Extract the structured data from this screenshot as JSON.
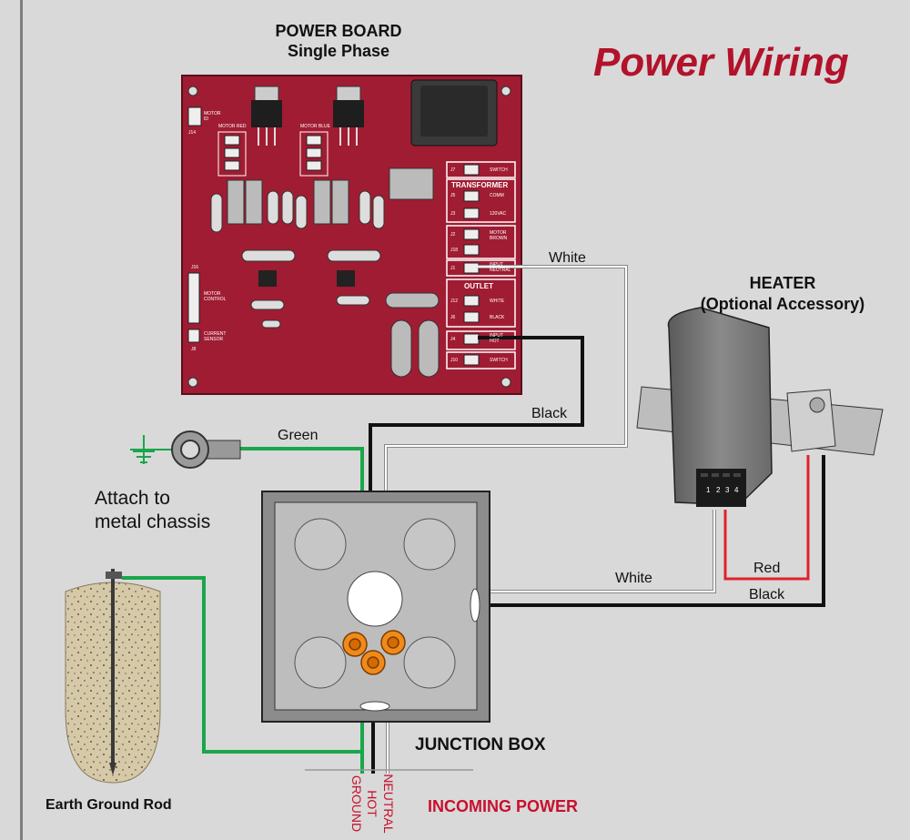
{
  "title": "Power Wiring",
  "power_board": {
    "title_line1": "POWER BOARD",
    "title_line2": "Single Phase",
    "labels": {
      "motor_id": "MOTOR ID",
      "j14": "J14",
      "motor_red": "MOTOR RED",
      "motor_blue": "MOTOR BLUE",
      "j16": "J16",
      "motor_control": "MOTOR CONTROL",
      "current_sensor": "CURRENT SENSOR",
      "j8": "J8",
      "j7_switch": "SWITCH",
      "j7": "J7",
      "transformer": "TRANSFORMER",
      "j5": "J5",
      "comm": "COMM",
      "j3": "J3",
      "vac": "120VAC",
      "j2": "J2",
      "motor_brown": "MOTOR BROWN",
      "j18": "J18",
      "j1": "J1",
      "input_neutral": "INPUT NEUTRAL",
      "outlet": "OUTLET",
      "j12": "J12",
      "white": "WHITE",
      "j6": "J6",
      "black": "BLACK",
      "j4": "J4",
      "input_hot": "INPUT HOT",
      "j10": "J10",
      "switch2": "SWITCH"
    }
  },
  "heater": {
    "line1": "HEATER",
    "line2": "(Optional Accessory)",
    "terminals": [
      "1",
      "2",
      "3",
      "4"
    ]
  },
  "ground": {
    "chassis_line1": "Attach to",
    "chassis_line2": "metal chassis",
    "rod_label": "Earth Ground Rod"
  },
  "junction_box": {
    "label": "JUNCTION BOX"
  },
  "wires": {
    "white_top": "White",
    "black_top": "Black",
    "green": "Green",
    "white_heater": "White",
    "red": "Red",
    "black_heater": "Black"
  },
  "incoming": {
    "label": "INCOMING POWER",
    "ground": "GROUND",
    "hot": "HOT",
    "neutral": "NEUTRAL"
  },
  "colors": {
    "background": "#d9d9d9",
    "board": "#a01c32",
    "title": "#b3122b",
    "wire_green": "#1aa64b",
    "wire_red": "#e0222b",
    "orange_nut": "#f08a1a"
  }
}
